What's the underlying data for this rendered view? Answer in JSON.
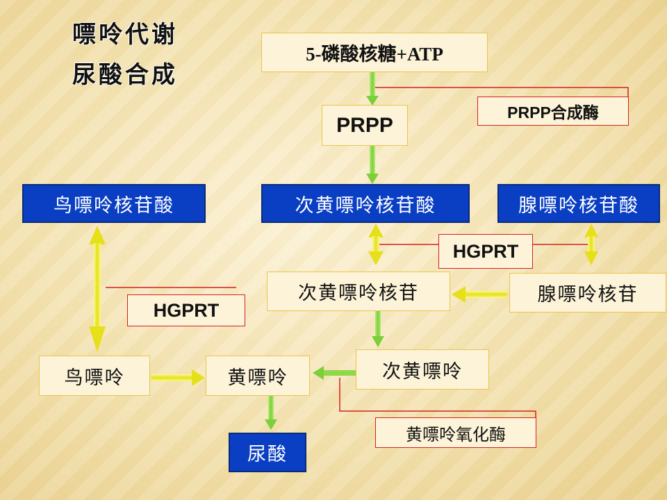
{
  "title": {
    "line1": "嘌呤代谢",
    "line2": "尿酸合成"
  },
  "nodes": {
    "ribose_atp": "5-磷酸核糖+ATP",
    "prpp": "PRPP",
    "prpp_synthase": "PRPP合成酶",
    "gmp": "鸟嘌呤核苷酸",
    "imp": "次黄嘌呤核苷酸",
    "amp": "腺嘌呤核苷酸",
    "hgprt_right": "HGPRT",
    "inosine": "次黄嘌呤核苷",
    "adenosine": "腺嘌呤核苷",
    "hgprt_left": "HGPRT",
    "guanine": "鸟嘌呤",
    "xanthine": "黄嘌呤",
    "hypoxanthine": "次黄嘌呤",
    "xanthine_oxidase": "黄嘌呤氧化酶",
    "uric_acid": "尿酸"
  },
  "colors": {
    "substrate_box": "#fcf3d8",
    "nucleotide_box": "#0a3fc4",
    "enzyme_border": "#d42020",
    "arrow_green": "#8ed84a",
    "arrow_yellow": "#f2ee3a"
  }
}
